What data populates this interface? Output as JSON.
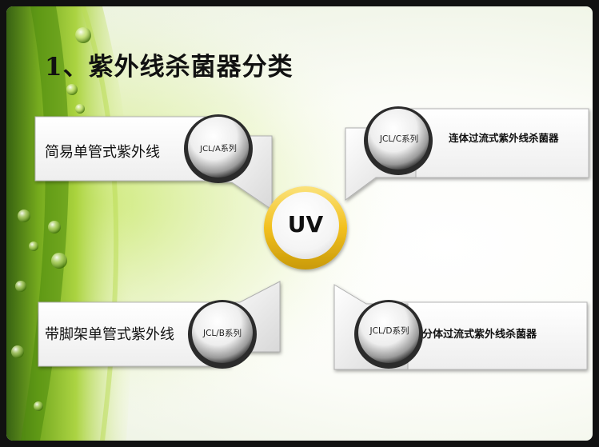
{
  "title": "1、紫外线杀菌器分类",
  "center": {
    "label": "UV"
  },
  "categories": [
    {
      "code": "JCL/A系列",
      "name": "简易单管式紫外线"
    },
    {
      "code": "JCL/B系列",
      "name": "带脚架单管式紫外线"
    },
    {
      "code": "JCL/C系列",
      "name": "连体过流式紫外线杀菌器"
    },
    {
      "code": "JCL/D系列",
      "name": "分体过流式紫外线杀菌器"
    }
  ],
  "colors": {
    "center_ring": "#f2c01e",
    "leaf": "#9ccc2a",
    "background": "#ffffff"
  }
}
